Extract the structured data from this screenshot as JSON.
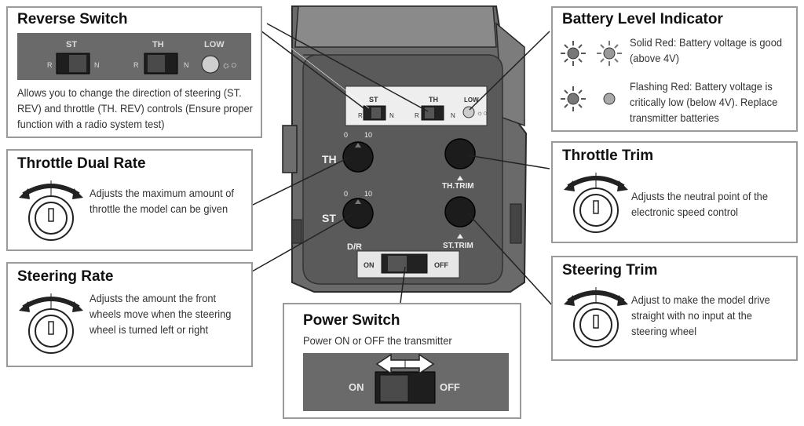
{
  "reverse_switch": {
    "title": "Reverse Switch",
    "st_label": "ST",
    "th_label": "TH",
    "low_label": "LOW",
    "r_label": "R",
    "n_label": "N",
    "description": "Allows you to change the direction of steering (ST. REV) and throttle (TH. REV) controls (Ensure proper function with a radio system test)"
  },
  "battery_indicator": {
    "title": "Battery Level Indicator",
    "solid_text": "Solid Red: Battery voltage is good (above 4V)",
    "flashing_text": "Flashing Red: Battery voltage is critically low (below 4V). Replace transmitter batteries"
  },
  "throttle_dual_rate": {
    "title": "Throttle Dual Rate",
    "description": "Adjusts the maximum amount of throttle the model can be given"
  },
  "steering_rate": {
    "title": "Steering Rate",
    "description": "Adjusts the amount the front wheels move when the steering wheel is turned left or right"
  },
  "throttle_trim": {
    "title": "Throttle Trim",
    "description": "Adjusts the neutral point of the electronic speed control"
  },
  "steering_trim": {
    "title": "Steering Trim",
    "description": "Adjust to make the model drive straight with no input at the steering wheel"
  },
  "power_switch": {
    "title": "Power Switch",
    "description": "Power ON or OFF the transmitter",
    "on_label": "ON",
    "off_label": "OFF"
  },
  "panel": {
    "th_label": "TH",
    "st_label": "ST",
    "dr_label": "D/R",
    "th_trim_label": "TH.TRIM",
    "st_trim_label": "ST.TRIM",
    "scale_min": "0",
    "scale_max": "10",
    "on_label": "ON",
    "off_label": "OFF",
    "st_switch_label": "ST",
    "th_switch_label": "TH",
    "low_label": "LOW",
    "r_label": "R",
    "n_label": "N"
  },
  "colors": {
    "panel": "#5e5e5e",
    "panel_dark": "#3a3a3a",
    "box_border": "#9a9a9a",
    "led_red": "#7a7a7a"
  }
}
